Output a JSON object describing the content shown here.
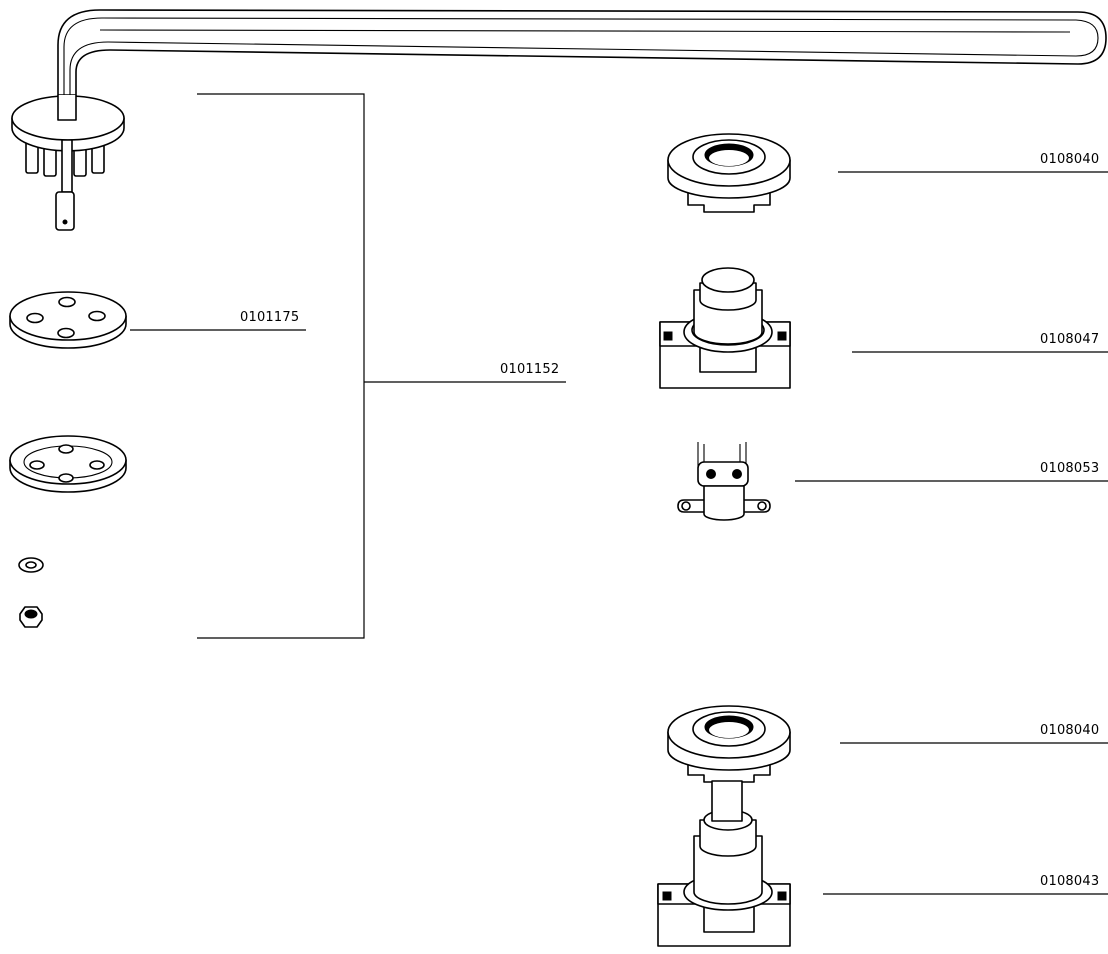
{
  "labels": {
    "heating_element_kit": "0101152",
    "flange_gasket": "0101175",
    "thermostat_gasket_top": "0108040",
    "thermostat_top": "0108047",
    "thermal_fuse": "0108053",
    "thermostat_gasket_bottom": "0108040",
    "thermostat_bottom": "0108043"
  }
}
